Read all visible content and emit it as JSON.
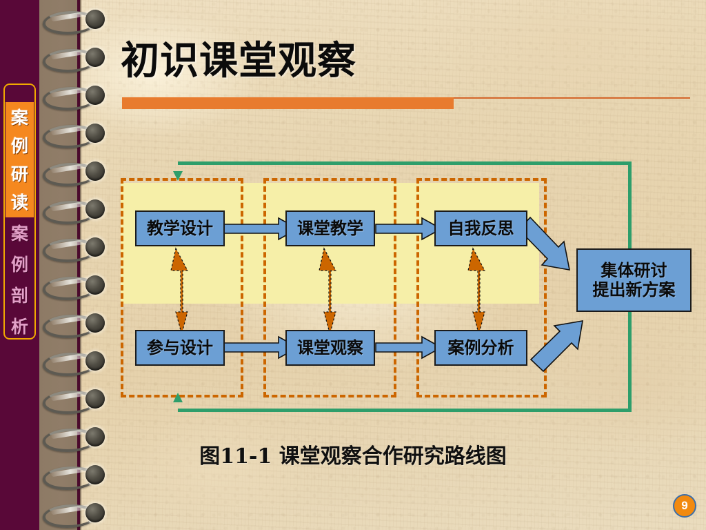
{
  "slide": {
    "title": "初识课堂观察",
    "caption": "图11-1  课堂观察合作研究路线图",
    "page_number": "9",
    "colors": {
      "accent_orange": "#E87B2E",
      "sidebar_active": "#F5881F",
      "sidebar_purple": "#590838",
      "node_blue": "#6C9FD4",
      "dashed_orange": "#CC6600",
      "loop_green": "#2E9E6B",
      "highlight_yellow": "#F6EFA8",
      "paper_beige": "#E8D6B2"
    }
  },
  "sidebar": {
    "active": {
      "label": "案例研读",
      "chars": [
        "案",
        "例",
        "研",
        "读"
      ]
    },
    "inactive": {
      "label": "案例剖析",
      "chars": [
        "案",
        "例",
        "剖",
        "析"
      ]
    }
  },
  "diagram": {
    "nodes": [
      {
        "id": "teaching-design",
        "label": "教学设计"
      },
      {
        "id": "classroom-teaching",
        "label": "课堂教学"
      },
      {
        "id": "self-reflection",
        "label": "自我反思"
      },
      {
        "id": "participate-design",
        "label": "参与设计"
      },
      {
        "id": "classroom-observe",
        "label": "课堂观察"
      },
      {
        "id": "case-analysis",
        "label": "案例分析"
      }
    ],
    "outcome": {
      "id": "group-discussion",
      "line1": "集体研讨",
      "line2": "提出新方案"
    },
    "stage_groups": [
      "stage-1",
      "stage-2",
      "stage-3"
    ],
    "flows": [
      {
        "from": "教学设计",
        "to": "课堂教学"
      },
      {
        "from": "课堂教学",
        "to": "自我反思"
      },
      {
        "from": "参与设计",
        "to": "课堂观察"
      },
      {
        "from": "课堂观察",
        "to": "案例分析"
      },
      {
        "from": "自我反思",
        "to": "集体研讨提出新方案"
      },
      {
        "from": "案例分析",
        "to": "集体研讨提出新方案"
      },
      {
        "from": "集体研讨提出新方案",
        "to": "教学设计 (反馈循环)"
      }
    ],
    "pair_links": [
      {
        "top": "教学设计",
        "bottom": "参与设计"
      },
      {
        "top": "课堂教学",
        "bottom": "课堂观察"
      },
      {
        "top": "自我反思",
        "bottom": "案例分析"
      }
    ]
  }
}
